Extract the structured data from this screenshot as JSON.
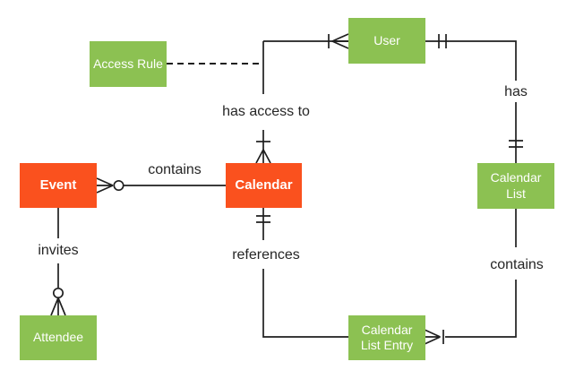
{
  "diagram": {
    "kind": "entity-relationship-diagram",
    "colors": {
      "entity_green": "#8cc152",
      "entity_orange": "#fa511e",
      "connector": "#1f1f1f",
      "relationship_text": "#262626",
      "entity_text": "#ffffff",
      "background": "#ffffff"
    },
    "entities": [
      {
        "id": "access-rule",
        "label": "Access Rule",
        "color": "green"
      },
      {
        "id": "user",
        "label": "User",
        "color": "green"
      },
      {
        "id": "event",
        "label": "Event",
        "color": "orange"
      },
      {
        "id": "calendar",
        "label": "Calendar",
        "color": "orange"
      },
      {
        "id": "calendar-list",
        "label": "Calendar List",
        "color": "green"
      },
      {
        "id": "attendee",
        "label": "Attendee",
        "color": "green"
      },
      {
        "id": "calendar-list-entry",
        "label": "Calendar List Entry",
        "color": "green"
      }
    ],
    "relationships": [
      {
        "label": "contains",
        "from": "calendar",
        "to": "event",
        "notation_at_event": "zero-or-many",
        "notation_at_calendar": "plain"
      },
      {
        "label": "invites",
        "from": "event",
        "to": "attendee",
        "notation_at_attendee": "zero-or-many",
        "notation_at_event": "plain"
      },
      {
        "label": "has access to",
        "from": "user",
        "to": "calendar",
        "notation_at_user": "one-or-many",
        "notation_at_calendar": "one-or-many"
      },
      {
        "label": "has",
        "from": "user",
        "to": "calendar-list",
        "notation_at_user": "exactly-one",
        "notation_at_calendar_list": "exactly-one"
      },
      {
        "label": "references",
        "from": "calendar",
        "to": "calendar-list-entry",
        "notation_at_calendar": "exactly-one",
        "notation_at_entry": "plain"
      },
      {
        "label": "contains",
        "from": "calendar-list",
        "to": "calendar-list-entry",
        "notation_at_entry": "one-or-many",
        "notation_at_calendar_list": "plain"
      },
      {
        "label": "",
        "from": "access-rule",
        "to": "has-access-to-connector",
        "style": "dashed"
      }
    ]
  }
}
